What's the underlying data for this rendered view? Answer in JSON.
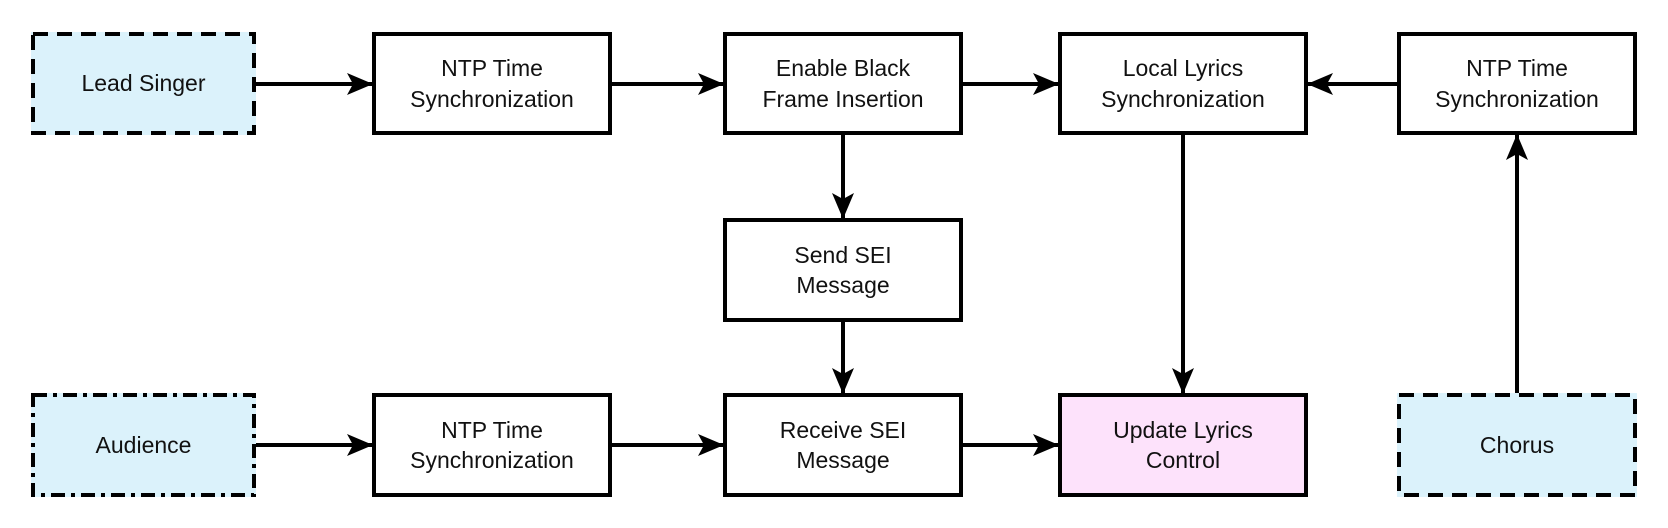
{
  "diagram": {
    "type": "flowchart",
    "nodes": {
      "lead_singer": {
        "label": "Lead Singer",
        "role": "actor",
        "border": "dashed"
      },
      "ntp_lead": {
        "label": "NTP Time\nSynchronization",
        "role": "process",
        "border": "solid"
      },
      "enable_black_frame": {
        "label": "Enable Black\nFrame Insertion",
        "role": "process",
        "border": "solid"
      },
      "local_lyrics_sync": {
        "label": "Local Lyrics\nSynchronization",
        "role": "process",
        "border": "solid"
      },
      "ntp_chorus": {
        "label": "NTP Time\nSynchronization",
        "role": "process",
        "border": "solid"
      },
      "send_sei": {
        "label": "Send SEI\nMessage",
        "role": "process",
        "border": "solid"
      },
      "audience": {
        "label": "Audience",
        "role": "actor",
        "border": "dash-dot"
      },
      "ntp_audience": {
        "label": "NTP Time\nSynchronization",
        "role": "process",
        "border": "solid"
      },
      "receive_sei": {
        "label": "Receive SEI\nMessage",
        "role": "process",
        "border": "solid"
      },
      "update_lyrics": {
        "label": "Update Lyrics\nControl",
        "role": "highlight",
        "border": "solid"
      },
      "chorus": {
        "label": "Chorus",
        "role": "actor",
        "border": "dashed"
      }
    },
    "edges": [
      {
        "from": "lead_singer",
        "to": "ntp_lead"
      },
      {
        "from": "ntp_lead",
        "to": "enable_black_frame"
      },
      {
        "from": "enable_black_frame",
        "to": "local_lyrics_sync"
      },
      {
        "from": "ntp_chorus",
        "to": "local_lyrics_sync"
      },
      {
        "from": "enable_black_frame",
        "to": "send_sei"
      },
      {
        "from": "send_sei",
        "to": "receive_sei"
      },
      {
        "from": "local_lyrics_sync",
        "to": "update_lyrics"
      },
      {
        "from": "chorus",
        "to": "ntp_chorus"
      },
      {
        "from": "audience",
        "to": "ntp_audience"
      },
      {
        "from": "ntp_audience",
        "to": "receive_sei"
      },
      {
        "from": "receive_sei",
        "to": "update_lyrics"
      }
    ]
  },
  "colors": {
    "actor_fill": "#dbf2fb",
    "highlight_fill": "#fde2fb",
    "process_fill": "#ffffff",
    "line": "#000000",
    "background": "#ffffff",
    "text": "#111111"
  }
}
